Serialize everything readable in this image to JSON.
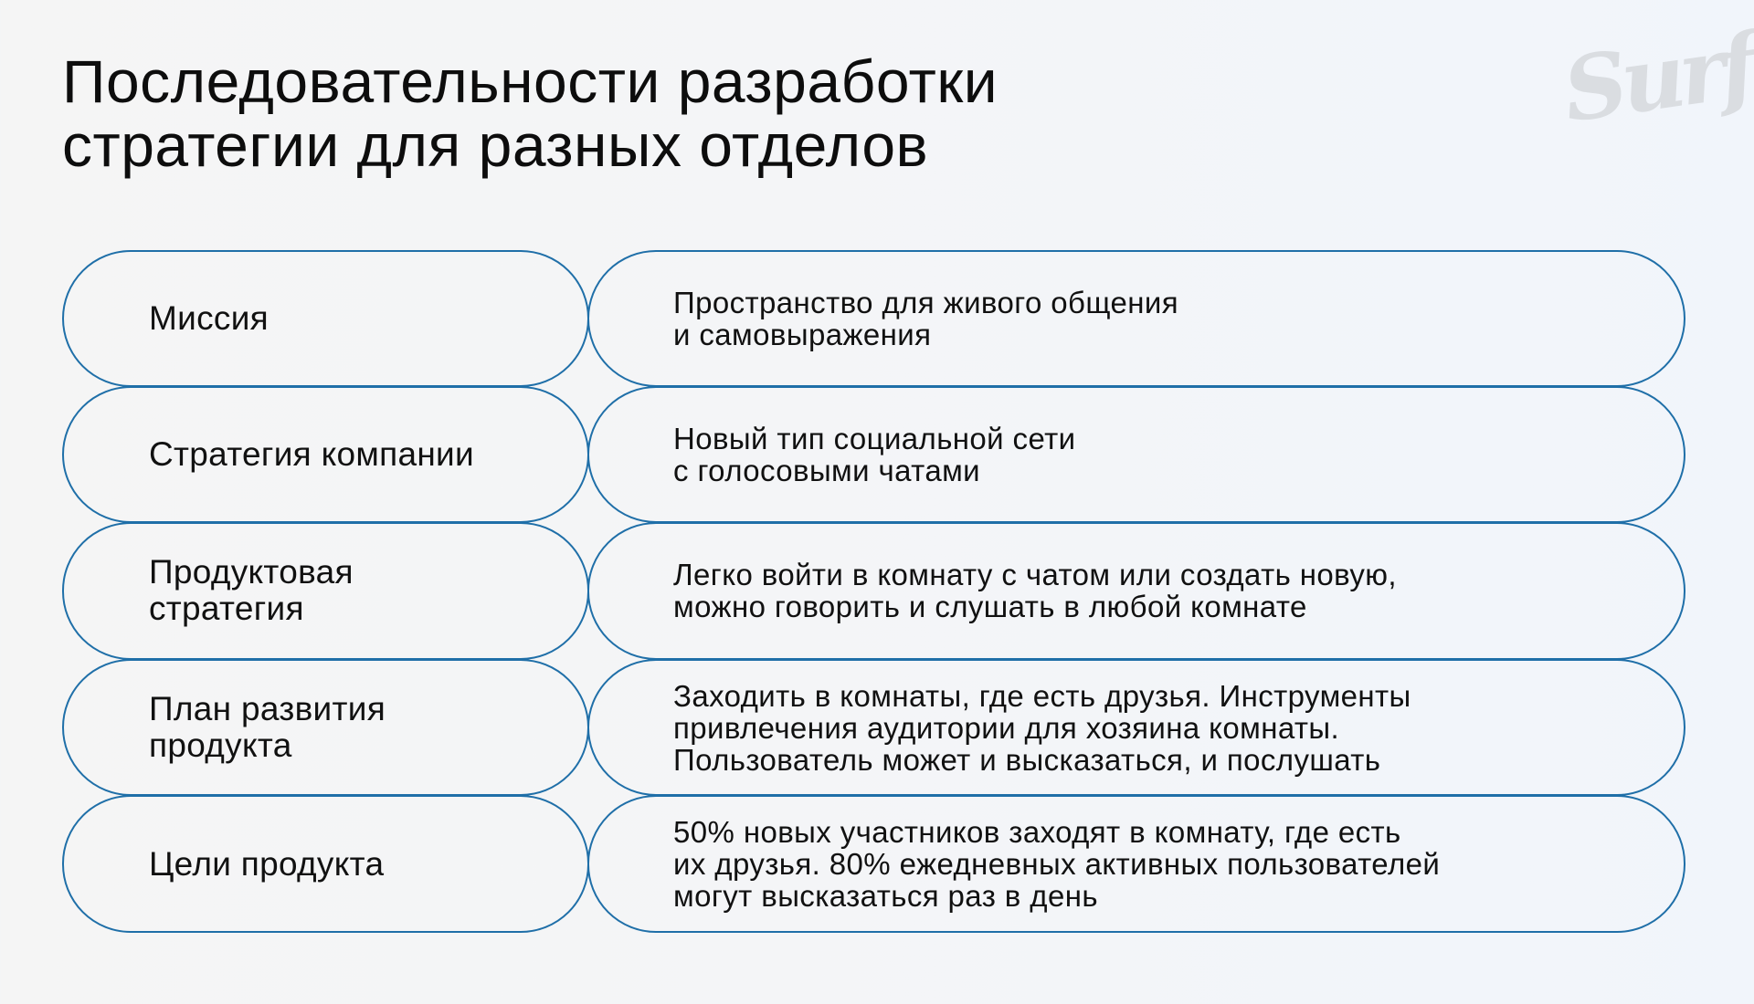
{
  "title": {
    "lines": [
      "Последовательности разработки",
      "стратегии для разных отделов"
    ]
  },
  "logo": {
    "text": "Surf",
    "icon": "surf-logo"
  },
  "colors": {
    "border": "#1f6fa8",
    "text": "#111111",
    "logo": "#dadde1"
  },
  "rows": [
    {
      "label": [
        "Миссия"
      ],
      "description": [
        "Пространство для живого общения",
        "и самовыражения"
      ]
    },
    {
      "label": [
        "Стратегия компании"
      ],
      "description": [
        "Новый тип социальной сети",
        "с голосовыми чатами"
      ]
    },
    {
      "label": [
        "Продуктовая",
        "стратегия"
      ],
      "description": [
        "Легко войти в комнату с чатом или создать новую,",
        "можно говорить и слушать в любой комнате"
      ]
    },
    {
      "label": [
        "План развития",
        "продукта"
      ],
      "description": [
        "Заходить в комнаты, где есть друзья. Инструменты",
        "привлечения аудитории для хозяина комнаты.",
        "Пользователь может и высказаться, и послушать"
      ]
    },
    {
      "label": [
        "Цели продукта"
      ],
      "description": [
        "50% новых участников заходят в комнату, где есть",
        "их друзья. 80% ежедневных активных пользователей",
        "могут высказаться раз в день"
      ]
    }
  ]
}
